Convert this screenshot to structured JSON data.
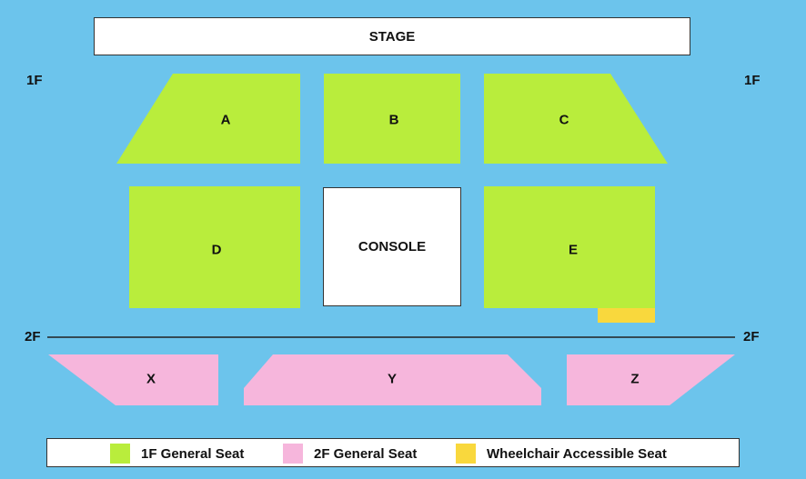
{
  "stage_label": "STAGE",
  "console_label": "CONSOLE",
  "floor_labels": {
    "first_left": "1F",
    "first_right": "1F",
    "second_left": "2F",
    "second_right": "2F"
  },
  "sections": {
    "a": "A",
    "b": "B",
    "c": "C",
    "d": "D",
    "e": "E",
    "x": "X",
    "y": "Y",
    "z": "Z"
  },
  "colors": {
    "background": "#6cc4ec",
    "first_floor": "#b9ed3c",
    "second_floor": "#f6b6dc",
    "wheelchair": "#f9d83d"
  },
  "legend": {
    "first_floor": "1F General Seat",
    "second_floor": "2F General Seat",
    "wheelchair": "Wheelchair Accessible Seat"
  }
}
